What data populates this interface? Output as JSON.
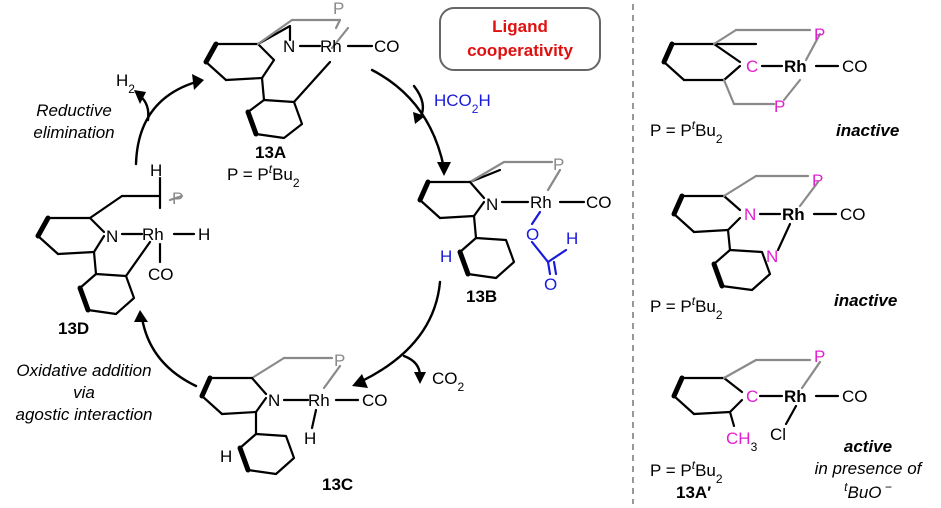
{
  "banner": {
    "line1": "Ligand",
    "line2": "cooperativity",
    "color": "#e01010"
  },
  "colors": {
    "phosphorus": "#8a8a8a",
    "highlight": "#e020d0",
    "formate": "#1a1adc"
  },
  "atoms": {
    "P": "P",
    "N": "N",
    "Rh": "Rh",
    "CO": "CO",
    "H": "H",
    "C": "C",
    "O": "O",
    "Cl": "Cl"
  },
  "cycle": {
    "c13A": {
      "label": "13A",
      "def": "P = P",
      "def_sup": "t",
      "def_tail": "Bu",
      "def_sub": "2"
    },
    "c13B": {
      "label": "13B",
      "reagent": "HCO",
      "reagent_sub": "2",
      "reagent_tail": "H"
    },
    "c13C": {
      "label": "13C",
      "byproduct": "CO",
      "byproduct_sub": "2"
    },
    "c13D": {
      "label": "13D",
      "h2": "H",
      "h2_sub": "2"
    },
    "re_line1": "Reductive",
    "re_line2": "elimination",
    "oa_line1": "Oxidative addition",
    "oa_line2": "via",
    "oa_line3": "agostic interaction"
  },
  "side": {
    "pdef": "P = P",
    "pdef_sup": "t",
    "pdef_tail": "Bu",
    "pdef_sub": "2",
    "inactive": "inactive",
    "active": "active",
    "label_13Ap": "13A′",
    "ch3": "CH",
    "ch3_sub": "3",
    "presence_line1": "in presence of",
    "presence_sup": "t",
    "presence_tail": "BuO"
  }
}
